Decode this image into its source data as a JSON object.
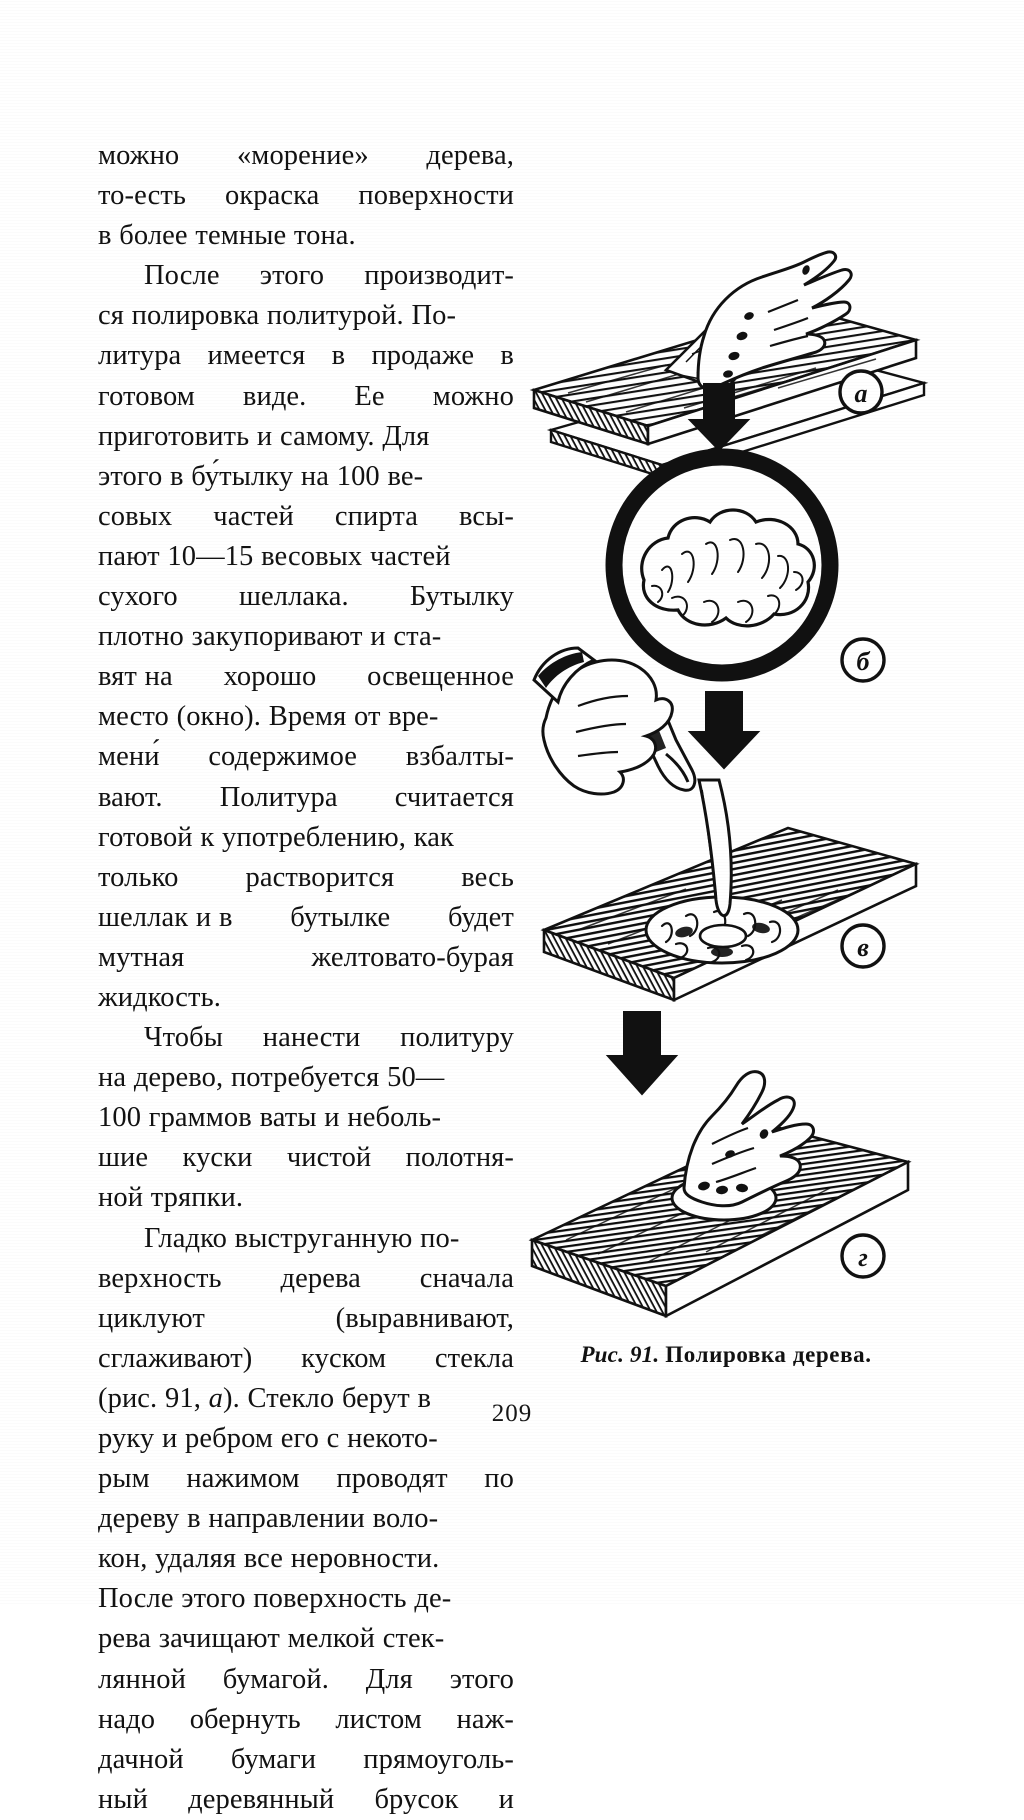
{
  "page": {
    "folio": "209",
    "language": "ru"
  },
  "body_text": {
    "paragraphs": [
      {
        "id": "p1",
        "indent": false,
        "lines": [
          [
            "можно",
            "«морение»",
            "дерева,"
          ],
          [
            "то-есть",
            "окраска",
            "поверхности"
          ],
          [
            "в более темные тона."
          ]
        ]
      },
      {
        "id": "p2",
        "indent": true,
        "lines": [
          [
            "После",
            "этого",
            "производит-"
          ],
          [
            "ся полировка политурой. По-"
          ],
          [
            "литура",
            "имеется",
            "в",
            "продаже",
            "в"
          ],
          [
            "готовом",
            "виде.",
            "Ее",
            "можно"
          ],
          [
            "приготовить и самому. Для"
          ],
          [
            "этого в бу́тылку на 100 ве-"
          ],
          [
            "совых",
            "частей",
            "спирта",
            "всы-"
          ],
          [
            "пают 10—15 весовых частей"
          ],
          [
            "сухого",
            "шеллака.",
            "Бутылку"
          ],
          [
            "плотно закупоривают и ста-"
          ],
          [
            "вят на",
            "хорошо",
            "освещенное"
          ],
          [
            "место (окно). Время от вре-"
          ],
          [
            "мени́",
            "содержимое",
            "взбалты-"
          ],
          [
            "вают.",
            "Политура",
            "считается"
          ],
          [
            "готовой к употреблению, как"
          ],
          [
            "только",
            "растворится",
            "весь"
          ],
          [
            "шеллак и в",
            "бутылке",
            "будет"
          ],
          [
            "мутная",
            "желтовато-бурая"
          ],
          [
            "жидкость."
          ]
        ]
      },
      {
        "id": "p3",
        "indent": true,
        "lines": [
          [
            "Чтобы",
            "нанести",
            "политуру"
          ],
          [
            "на дерево, потребуется 50—"
          ],
          [
            "100 граммов ваты и неболь-"
          ],
          [
            "шие",
            "куски",
            "чистой",
            "полотня-"
          ],
          [
            "ной тряпки."
          ]
        ]
      },
      {
        "id": "p4",
        "indent": true,
        "lines": [
          [
            "Гладко выструганную по-"
          ],
          [
            "верхность",
            "дерева",
            "сначала"
          ],
          [
            "циклуют",
            "(выравнивают,"
          ],
          [
            "сглаживают)",
            "куском",
            "стекла"
          ],
          [
            "(рис. 91, а). Стекло берут в"
          ],
          [
            "руку и ребром его с некото-"
          ],
          [
            "рым",
            "нажимом",
            "проводят",
            "по"
          ],
          [
            "дереву в направлении воло-"
          ],
          [
            "кон, удаляя все неровности."
          ],
          [
            "После этого поверхность де-"
          ],
          [
            "рева зачищают мелкой стек-"
          ],
          [
            "лянной",
            "бумагой.",
            "Для",
            "этого"
          ],
          [
            "надо",
            "обернуть",
            "листом",
            "наж-"
          ],
          [
            "дачной",
            "бумаги",
            "прямоуголь-"
          ],
          [
            "ный",
            "деревянный",
            "брусок",
            "и"
          ]
        ]
      }
    ]
  },
  "figure": {
    "caption_number": "Рис. 91.",
    "caption_text": "Полировка дерева.",
    "panels": [
      {
        "id": "a",
        "label": "а",
        "description": "Рука с куском стекла циклюет доску"
      },
      {
        "id": "b",
        "label": "б",
        "description": "Тампон из ваты крупным планом в круге"
      },
      {
        "id": "v",
        "label": "в",
        "description": "Рука наливает политуру из бутылки на тампон"
      },
      {
        "id": "g",
        "label": "г",
        "description": "Рука растирает тампон по поверхности доски"
      }
    ],
    "arrows": 3,
    "ink_color": "#000000",
    "paper_color": "#ffffff"
  }
}
